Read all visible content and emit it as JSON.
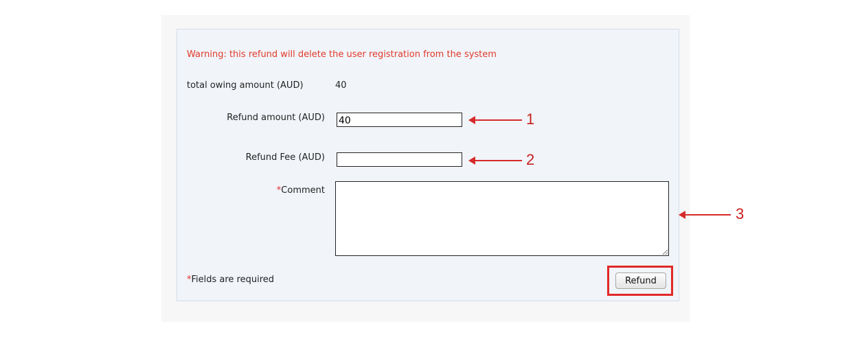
{
  "form": {
    "warning": "Warning: this refund will delete the user registration from the system",
    "total_owing_label": "total owing amount (AUD)",
    "total_owing_value": "40",
    "refund_amount_label": "Refund amount (AUD)",
    "refund_amount_value": "40",
    "refund_fee_label": "Refund Fee (AUD)",
    "refund_fee_value": "",
    "comment_required_mark": "*",
    "comment_label": "Comment",
    "comment_value": "",
    "required_mark": "*",
    "required_note": "Fields are required",
    "refund_button": "Refund"
  },
  "annotations": {
    "labels": [
      "1",
      "2",
      "3"
    ],
    "color": "#d62a2a"
  }
}
